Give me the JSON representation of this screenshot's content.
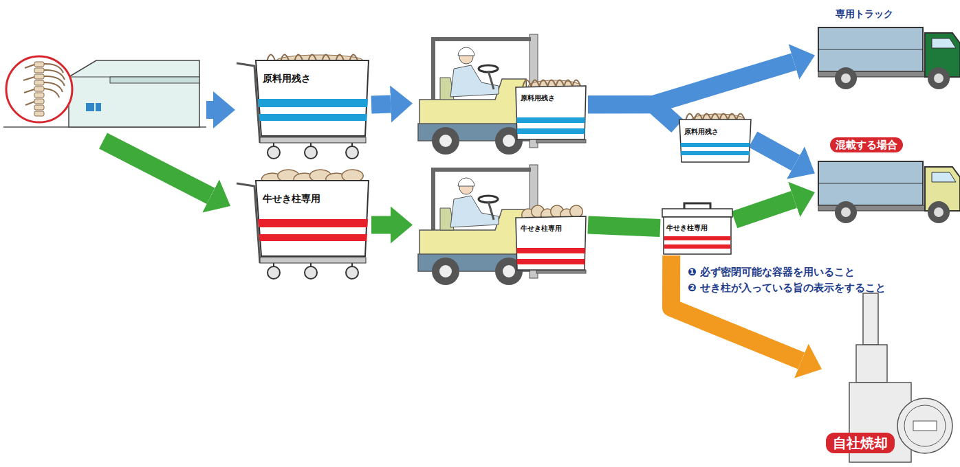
{
  "diagram": {
    "nodes": [
      {
        "text": [
          "原料用残さ"
        ]
      },
      {
        "text": [
          "原料用残さ"
        ]
      },
      {
        "text": [
          "専用トラック"
        ]
      },
      {
        "text": [
          "原料用残さ"
        ]
      },
      {
        "text": [
          "混載する場合"
        ]
      },
      {
        "text": [
          "牛せき柱専用"
        ]
      },
      {
        "text": [
          "牛せき柱専用"
        ]
      },
      {
        "text": [
          "牛せき柱専用"
        ]
      },
      {
        "text": [
          "自社焼却"
        ]
      }
    ],
    "edges": [
      {
        "from": 0,
        "to": 1,
        "arrow": "to"
      },
      {
        "from": 1,
        "to": 2,
        "arrow": "to"
      },
      {
        "from": 1,
        "to": 3,
        "arrow": "none"
      },
      {
        "from": 3,
        "to": 4,
        "arrow": "to"
      },
      {
        "from": 5,
        "to": 6,
        "arrow": "to"
      },
      {
        "from": 6,
        "to": 7,
        "arrow": "none"
      },
      {
        "from": 7,
        "to": 4,
        "arrow": "to"
      },
      {
        "from": 7,
        "to": 8,
        "arrow": "to"
      }
    ],
    "labels": [
      "❶ 必ず密閉可能な容器を用いること",
      "❷ せき柱が入っている旨の表示をすること"
    ]
  }
}
